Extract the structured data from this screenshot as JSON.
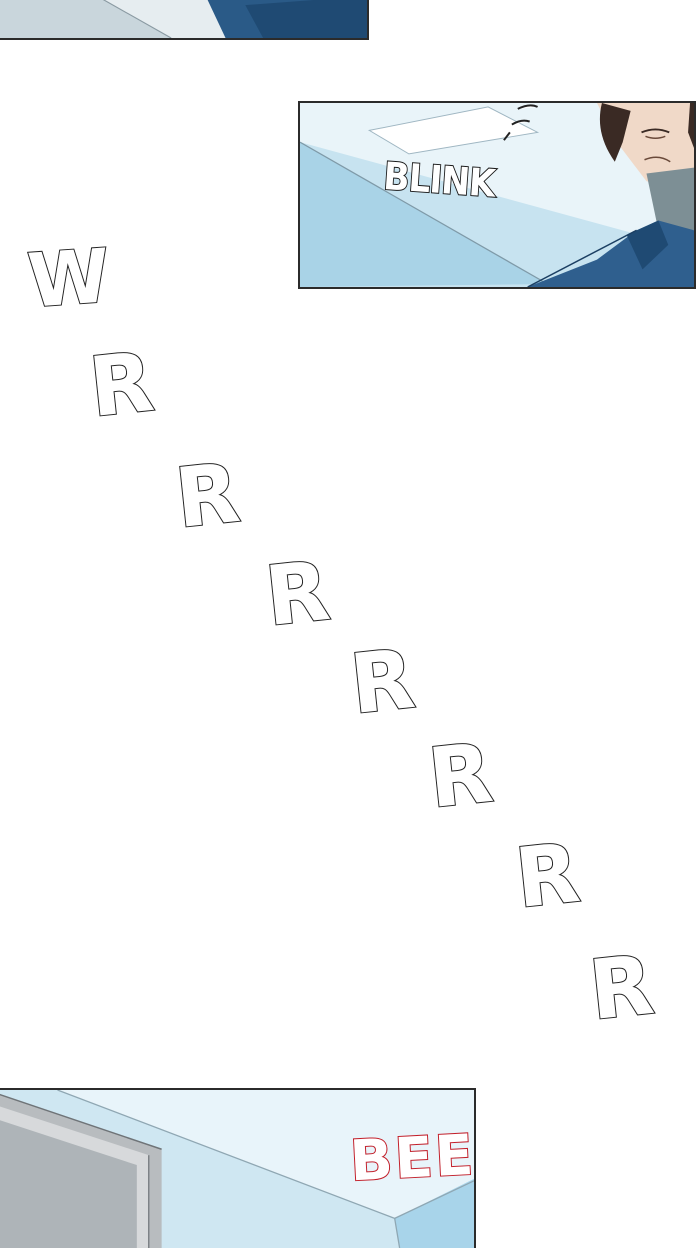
{
  "colors": {
    "panel_border": "#2b2b2b",
    "sky_light": "#e3f1f8",
    "sky_mid": "#b9dcec",
    "uniform_blue": "#2f5f8e",
    "uniform_dark": "#1f4a73",
    "skin": "#f0d9c8",
    "hair": "#3a2a24",
    "beep_red": "#c21f2a"
  },
  "sfx": {
    "w": "W",
    "r_sequence": [
      "R",
      "R",
      "R",
      "R",
      "R",
      "R",
      "R"
    ],
    "blink": "BLINK",
    "beep": "BEEP"
  }
}
